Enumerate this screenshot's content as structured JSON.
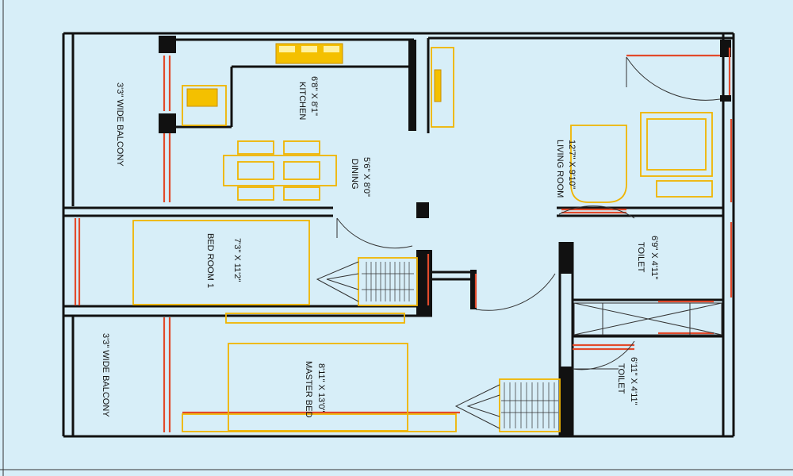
{
  "plan": {
    "rooms": {
      "balcony_top": "3'3\" WIDE BALCONY",
      "kitchen_name": "KITCHEN",
      "kitchen_size": "6'8\" X 8'1\"",
      "dining_name": "DINING",
      "dining_size": "5'6\" X 8'0\"",
      "living_name": "LIVING ROOM",
      "living_size": "12'7\" X 9'10\"",
      "bed1_name": "BED ROOM 1",
      "bed1_size": "7'3\" X 11'2\"",
      "toilet1_name": "TOILET",
      "toilet1_size": "6'9\" X 4'11\"",
      "balcony_bottom": "3'3\" WIDE BALCONY",
      "master_name": "MASTER BED",
      "master_size": "8'11\" X 13'0\"",
      "toilet2_name": "TOILET",
      "toilet2_size": "6'11\" X 4'11\""
    },
    "colors": {
      "background": "#d7eef8",
      "wall": "#111111",
      "window": "#e24a2b",
      "furniture": "#f0b400"
    }
  }
}
